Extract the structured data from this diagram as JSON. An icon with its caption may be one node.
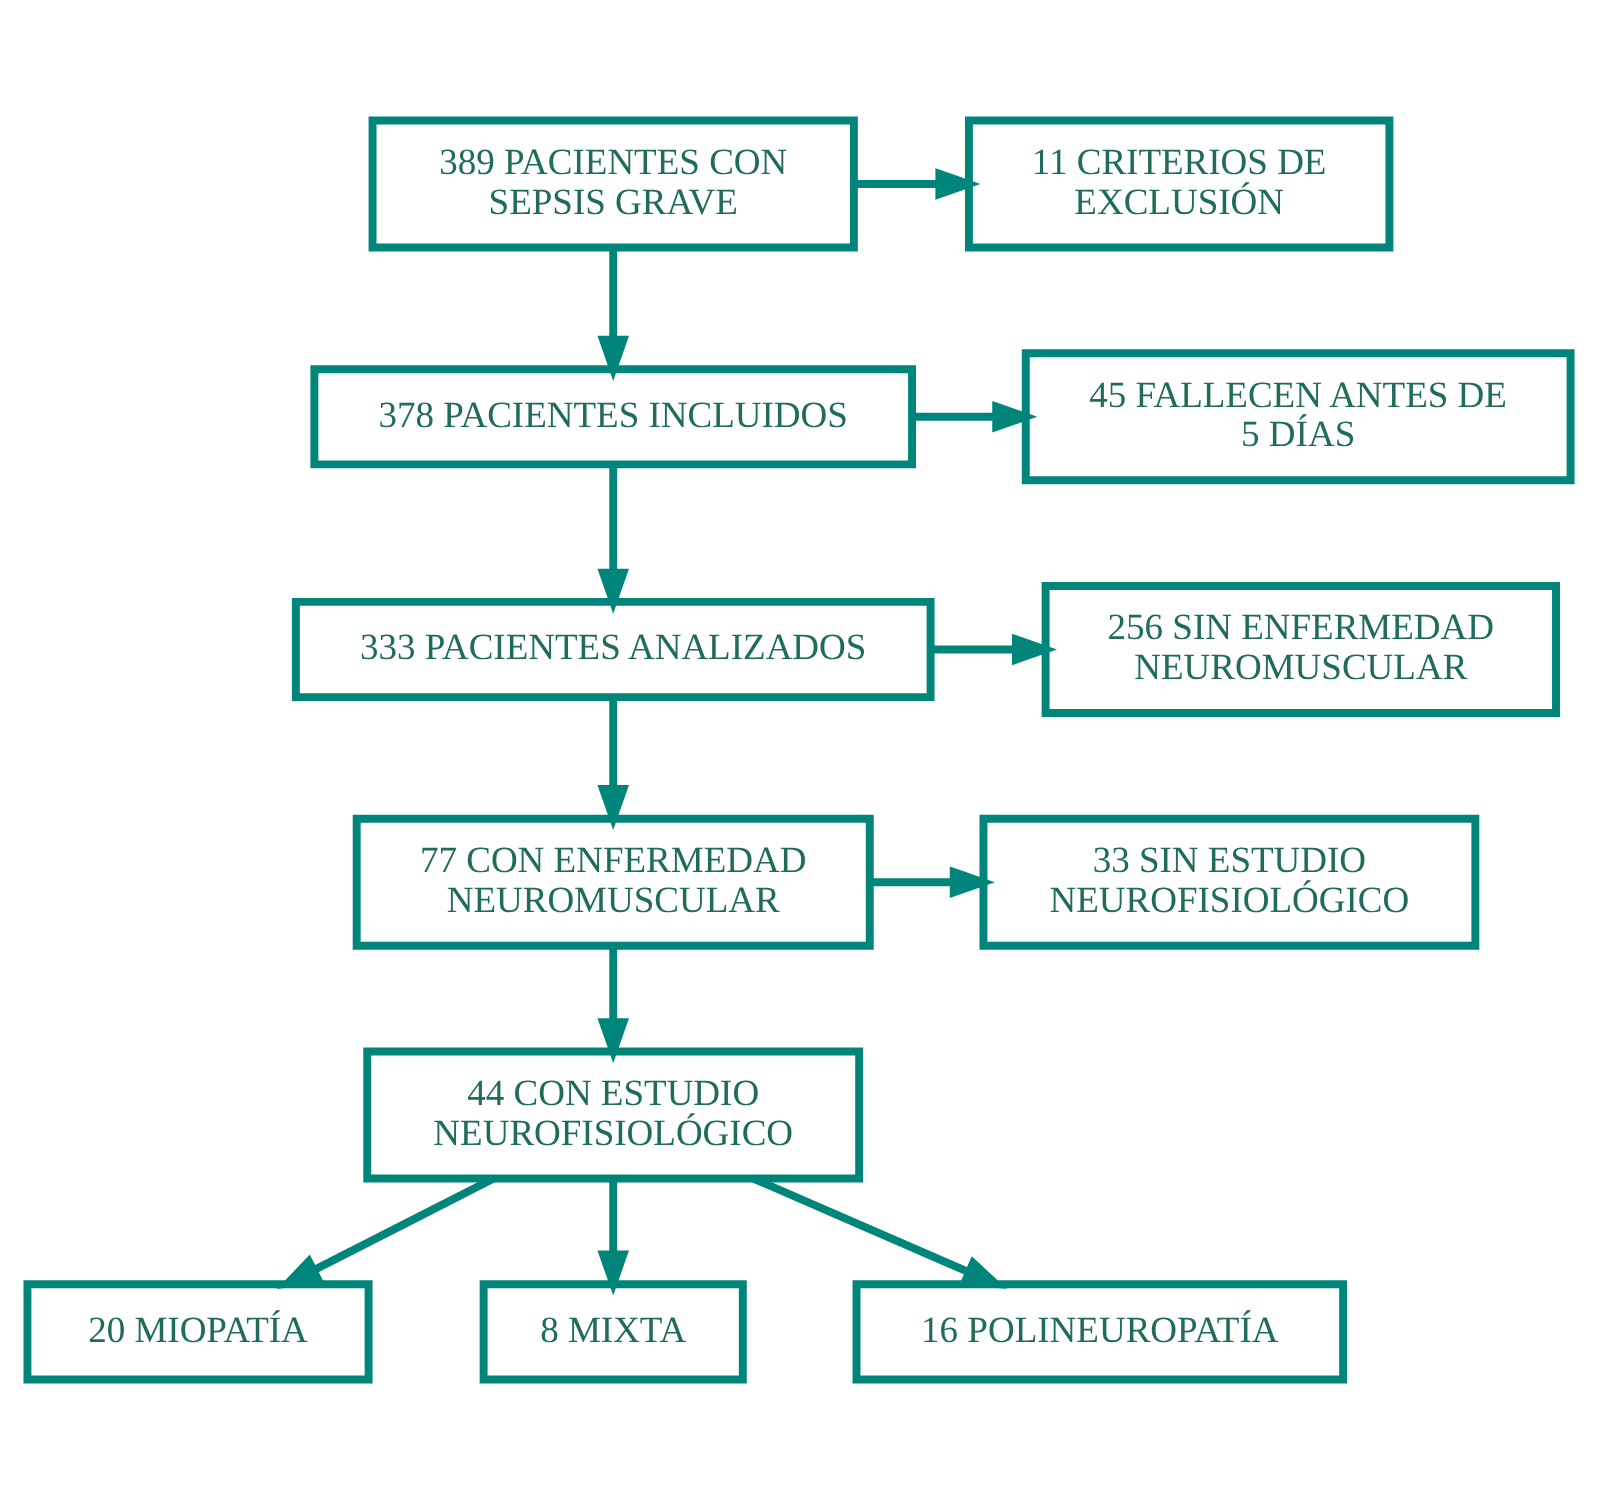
{
  "diagram": {
    "nodes": [
      {
        "text": [
          "389 PACIENTES CON SEPSIS GRAVE"
        ]
      },
      {
        "text": [
          "11 CRITERIOS DE EXCLUSIÓN"
        ]
      },
      {
        "text": [
          "378 PACIENTES INCLUIDOS"
        ]
      },
      {
        "text": [
          "45 FALLECEN ANTES DE 5 DÍAS"
        ]
      },
      {
        "text": [
          "333 PACIENTES ANALIZADOS"
        ]
      },
      {
        "text": [
          "256 SIN ENFERMEDAD NEUROMUSCULAR"
        ]
      },
      {
        "text": [
          "77 CON ENFERMEDAD NEUROMUSCULAR"
        ]
      },
      {
        "text": [
          "33 SIN ESTUDIO NEUROFISIOLÓGICO"
        ]
      },
      {
        "text": [
          "44 CON ESTUDIO NEUROFISIOLÓGICO"
        ]
      },
      {
        "text": [
          "20 MIOPATÍA"
        ]
      },
      {
        "text": [
          "8 MIXTA"
        ]
      },
      {
        "text": [
          "16 POLINEUROPATÍA"
        ]
      }
    ],
    "edges": [
      {
        "from": 0,
        "to": 1,
        "arrow": "to"
      },
      {
        "from": 0,
        "to": 2,
        "arrow": "to"
      },
      {
        "from": 2,
        "to": 3,
        "arrow": "to"
      },
      {
        "from": 2,
        "to": 4,
        "arrow": "to"
      },
      {
        "from": 4,
        "to": 5,
        "arrow": "to"
      },
      {
        "from": 4,
        "to": 6,
        "arrow": "to"
      },
      {
        "from": 6,
        "to": 7,
        "arrow": "to"
      },
      {
        "from": 6,
        "to": 8,
        "arrow": "to"
      },
      {
        "from": 8,
        "to": 9,
        "arrow": "to"
      },
      {
        "from": 8,
        "to": 10,
        "arrow": "to"
      },
      {
        "from": 8,
        "to": 11,
        "arrow": "to"
      }
    ]
  }
}
